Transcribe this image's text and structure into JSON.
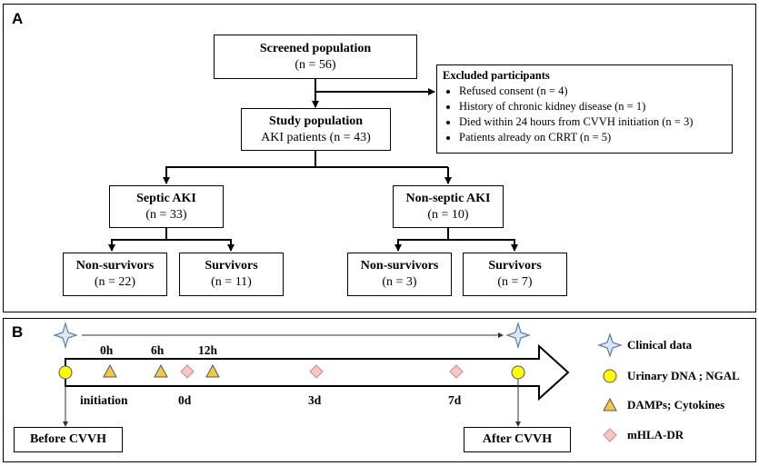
{
  "panel_a": {
    "letter": "A",
    "screened": {
      "title": "Screened population",
      "count": "(n = 56)"
    },
    "study": {
      "title": "Study population",
      "sub": "AKI patients (n = 43)"
    },
    "excluded": {
      "title": "Excluded participants",
      "items": [
        "Refused consent (n = 4)",
        "History of chronic kidney disease (n = 1)",
        "Died within 24 hours from CVVH initiation (n = 3)",
        "Patients already on CRRT (n = 5)"
      ]
    },
    "septic": {
      "title": "Septic AKI",
      "count": "(n = 33)"
    },
    "nonseptic": {
      "title": "Non-septic AKI",
      "count": "(n = 10)"
    },
    "septic_nonsurv": {
      "title": "Non-survivors",
      "count": "(n = 22)"
    },
    "septic_surv": {
      "title": "Survivors",
      "count": "(n = 11)"
    },
    "nonseptic_nonsurv": {
      "title": "Non-survivors",
      "count": "(n = 3)"
    },
    "nonseptic_surv": {
      "title": "Survivors",
      "count": "(n = 7)"
    }
  },
  "panel_b": {
    "letter": "B",
    "time_labels": {
      "t0h": "0h",
      "t6h": "6h",
      "t12h": "12h",
      "initiation": "initiation",
      "d0": "0d",
      "d3": "3d",
      "d7": "7d"
    },
    "before": "Before CVVH",
    "after": "After CVVH",
    "legend": {
      "clinical": "Clinical data",
      "urinary": "Urinary DNA ; NGAL",
      "damps": "DAMPs; Cytokines",
      "hla": "mHLA-DR"
    },
    "colors": {
      "star_fill": "#dbe7f4",
      "star_stroke": "#5b7ea6",
      "circle_fill": "#ffff00",
      "triangle_fill": "#f2c94c",
      "diamond_fill": "#f7c6c7",
      "diamond_stroke": "#c98a8c"
    }
  }
}
